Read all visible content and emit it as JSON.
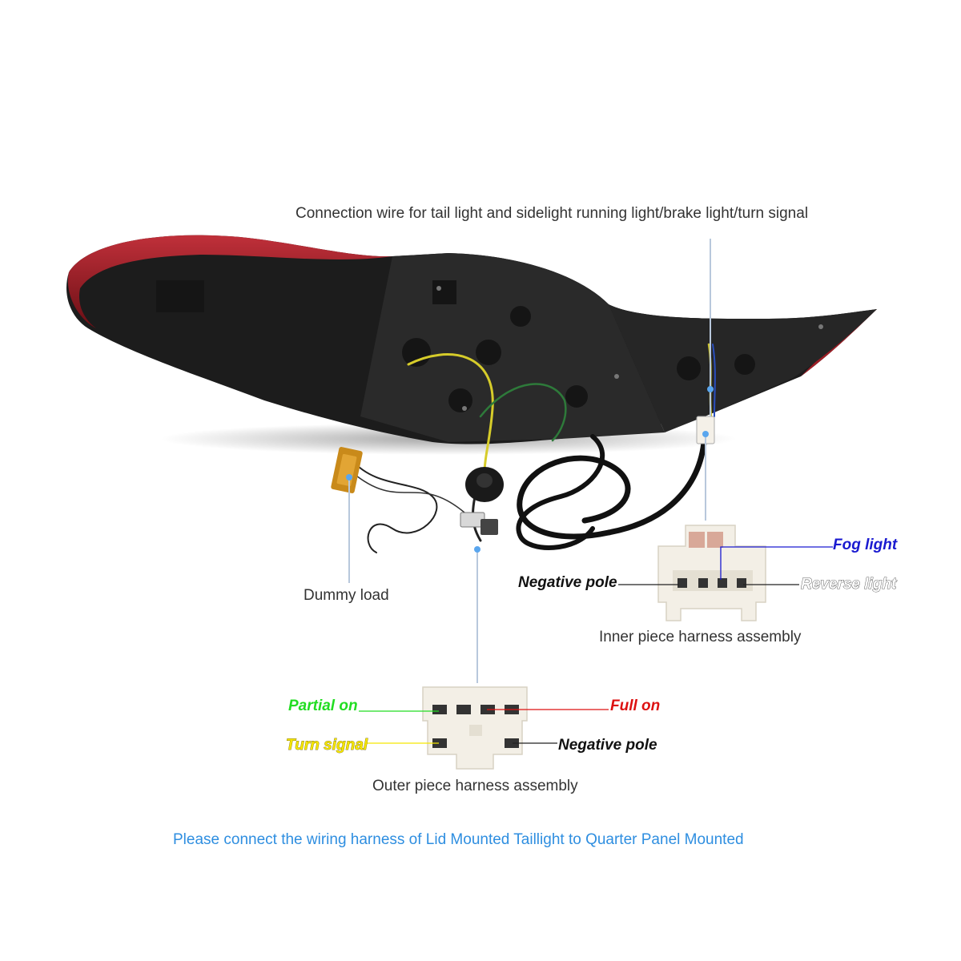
{
  "header": {
    "connection_wire": "Connection wire for tail light and sidelight running light/brake light/turn signal"
  },
  "labels": {
    "dummy_load": "Dummy load",
    "inner_negative_pole": "Negative pole",
    "fog_light": "Fog light",
    "reverse_light": "Reverse light",
    "inner_assembly": "Inner piece harness assembly",
    "partial_on": "Partial on",
    "full_on": "Full on",
    "turn_signal": "Turn signal",
    "outer_negative_pole": "Negative pole",
    "outer_assembly": "Outer piece harness assembly"
  },
  "footer": {
    "note": "Please connect the wiring harness of Lid Mounted Taillight to Quarter Panel Mounted"
  },
  "colors": {
    "fog_light": "#1a1ad0",
    "partial_on": "#22dd22",
    "full_on": "#dd1111",
    "turn_signal": "#f5e600",
    "footer": "#2e8ee0",
    "pointer": "#b8c8dc"
  }
}
